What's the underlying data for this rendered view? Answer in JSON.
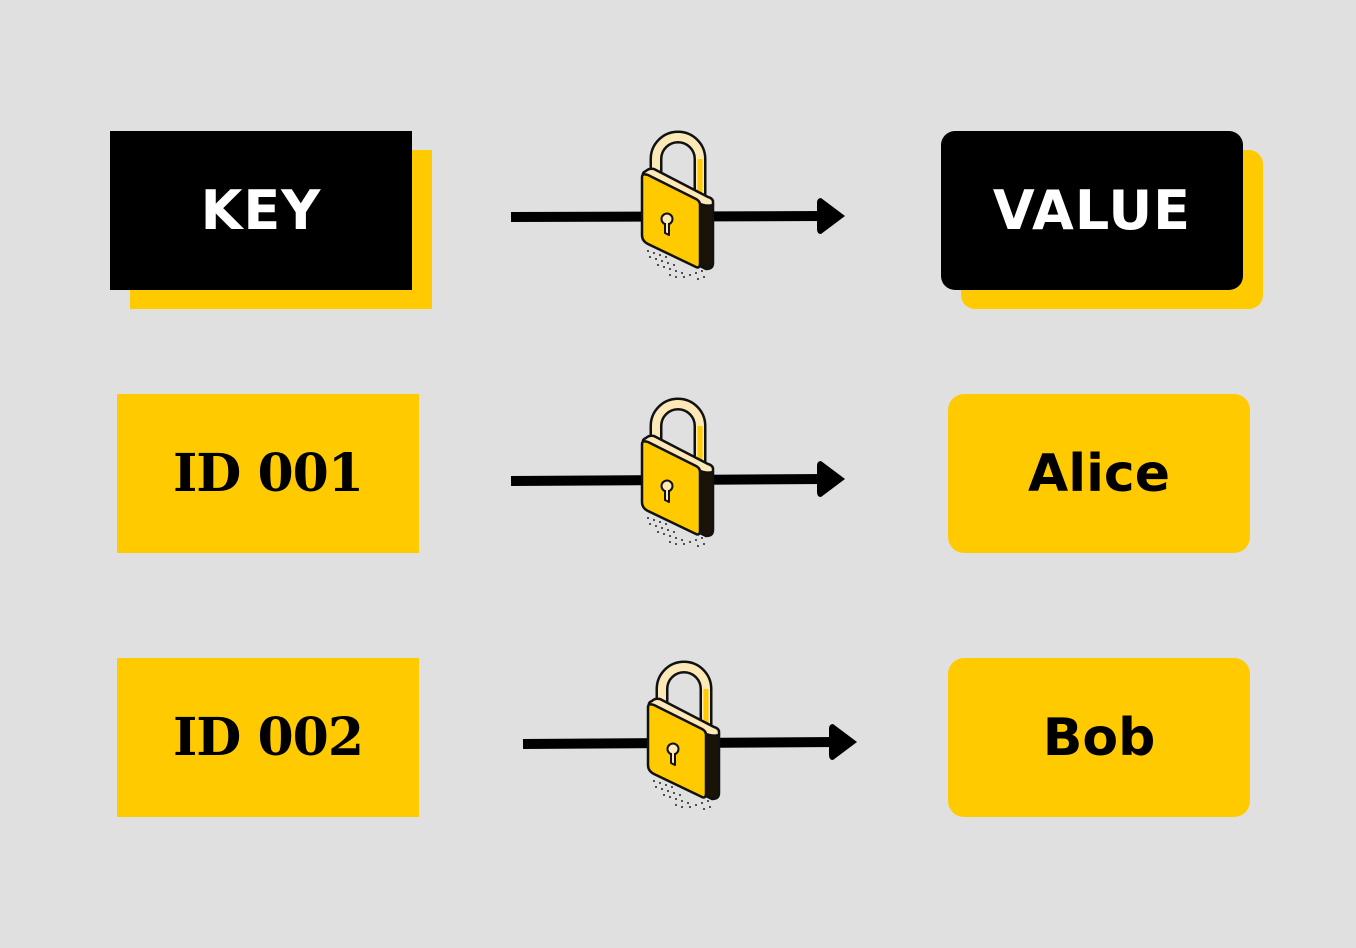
{
  "header": {
    "key_label": "KEY",
    "value_label": "VALUE"
  },
  "rows": [
    {
      "key": "ID 001",
      "value": "Alice"
    },
    {
      "key": "ID 002",
      "value": "Bob"
    }
  ],
  "icons": {
    "connector": "padlock-icon",
    "arrow": "arrow-right-icon"
  },
  "colors": {
    "background": "#e0e0e0",
    "accent_yellow": "#ffcb00",
    "black": "#000000",
    "white": "#ffffff",
    "lock_highlight": "#fde9b8"
  }
}
